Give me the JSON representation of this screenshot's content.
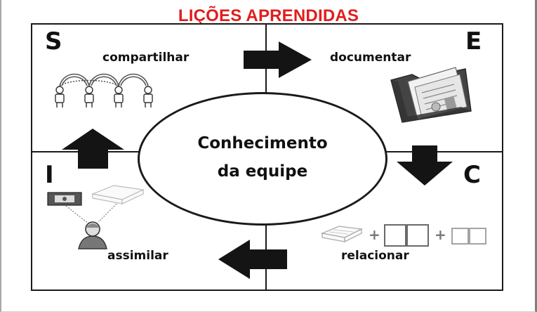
{
  "title": "LIÇÕES APRENDIDAS",
  "colors": {
    "title": "#e11d1d",
    "lines": "#1a1a1a"
  },
  "quadrants": {
    "s": {
      "letter": "S",
      "label": "compartilhar",
      "icon": "connected-people-icon"
    },
    "e": {
      "letter": "E",
      "label": "documentar",
      "icon": "document-folder-icon"
    },
    "c": {
      "letter": "C",
      "label": "relacionar",
      "icon": "books-combine-icon",
      "plus1": "+",
      "plus2": "+"
    },
    "i": {
      "letter": "I",
      "label": "assimilar",
      "icon": "person-learning-icon"
    }
  },
  "center": {
    "line1": "Conhecimento",
    "line2": "da equipe"
  },
  "arrows": [
    "arrow-right-icon",
    "arrow-down-icon",
    "arrow-left-icon",
    "arrow-up-icon"
  ]
}
